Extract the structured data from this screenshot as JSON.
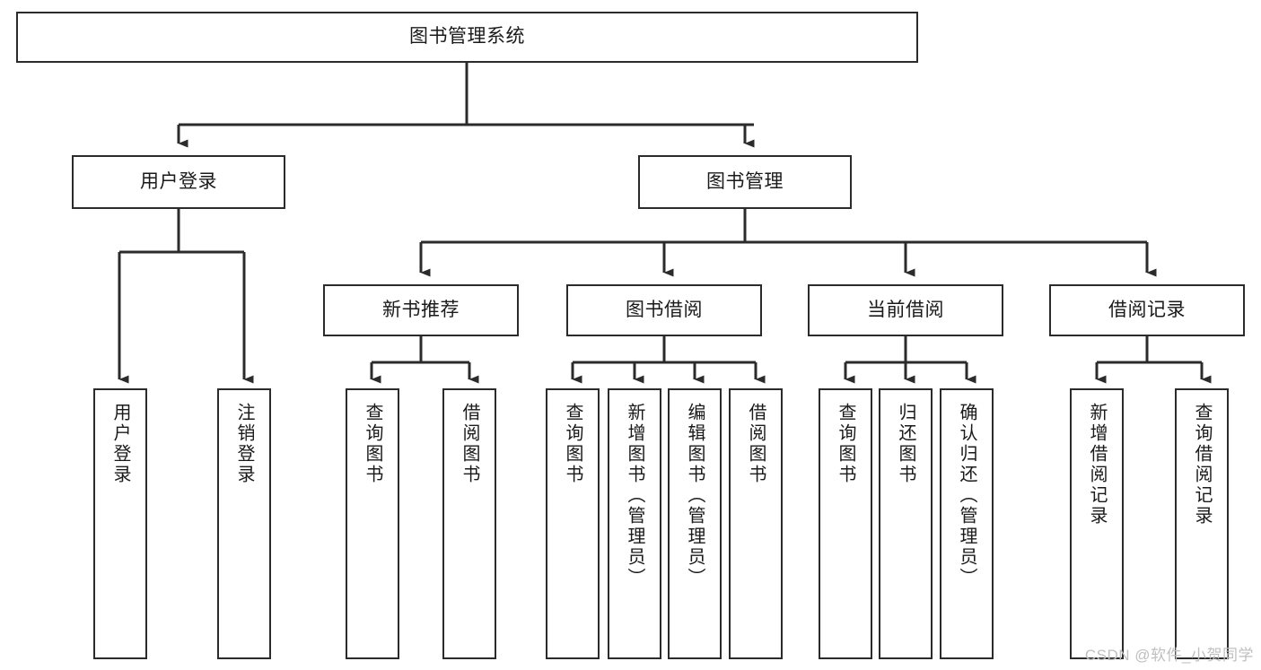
{
  "diagram": {
    "title": "图书管理系统",
    "type": "hierarchy-tree",
    "line_color": "#2b2b2b",
    "box_fill": "#ffffff",
    "text_color": "#1a1a1a",
    "root": {
      "label": "图书管理系统",
      "orientation": "horizontal"
    },
    "level2": [
      {
        "label": "用户登录",
        "orientation": "horizontal"
      },
      {
        "label": "图书管理",
        "orientation": "horizontal"
      }
    ],
    "level3": [
      {
        "label": "新书推荐",
        "orientation": "horizontal"
      },
      {
        "label": "图书借阅",
        "orientation": "horizontal"
      },
      {
        "label": "当前借阅",
        "orientation": "horizontal"
      },
      {
        "label": "借阅记录",
        "orientation": "horizontal"
      }
    ],
    "leaves": {
      "user_login": [
        {
          "label": "用户登录"
        },
        {
          "label": "注销登录"
        }
      ],
      "new_book": [
        {
          "label": "查询图书"
        },
        {
          "label": "借阅图书"
        }
      ],
      "book_borrow": [
        {
          "label": "查询图书"
        },
        {
          "label": "新增图书（管理员）"
        },
        {
          "label": "编辑图书（管理员）"
        },
        {
          "label": "借阅图书"
        }
      ],
      "current_borrow": [
        {
          "label": "查询图书"
        },
        {
          "label": "归还图书"
        },
        {
          "label": "确认归还（管理员）"
        }
      ],
      "borrow_record": [
        {
          "label": "新增借阅记录"
        },
        {
          "label": "查询借阅记录"
        }
      ]
    }
  },
  "watermark": {
    "text": "CSDN @软件_小贺同学"
  }
}
